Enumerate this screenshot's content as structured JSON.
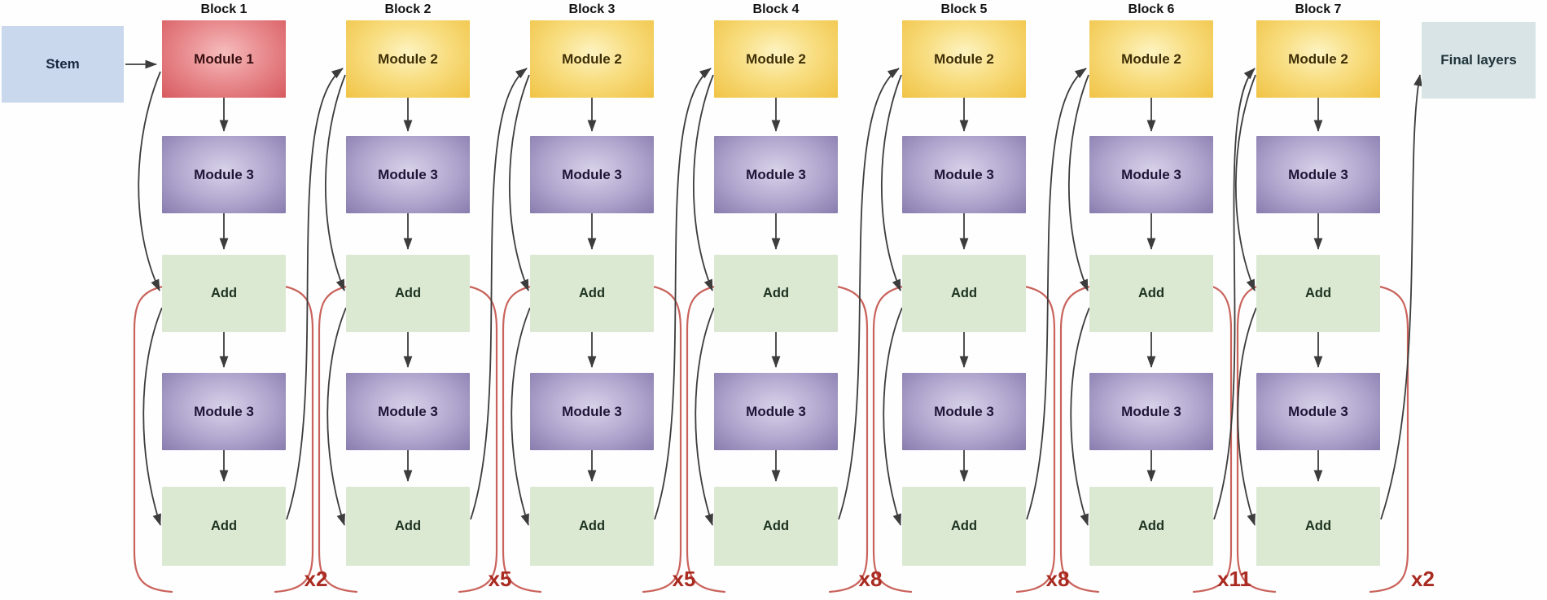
{
  "stem": {
    "label": "Stem"
  },
  "final_layers": {
    "label": "Final layers"
  },
  "blocks": [
    {
      "title": "Block 1",
      "rows": [
        "Module 1",
        "Module 3",
        "Add",
        "Module 3",
        "Add"
      ],
      "repeat_label": "x2"
    },
    {
      "title": "Block 2",
      "rows": [
        "Module 2",
        "Module 3",
        "Add",
        "Module 3",
        "Add"
      ],
      "repeat_label": "x5"
    },
    {
      "title": "Block 3",
      "rows": [
        "Module 2",
        "Module 3",
        "Add",
        "Module 3",
        "Add"
      ],
      "repeat_label": "x5"
    },
    {
      "title": "Block 4",
      "rows": [
        "Module 2",
        "Module 3",
        "Add",
        "Module 3",
        "Add"
      ],
      "repeat_label": "x8"
    },
    {
      "title": "Block 5",
      "rows": [
        "Module 2",
        "Module 3",
        "Add",
        "Module 3",
        "Add"
      ],
      "repeat_label": "x8"
    },
    {
      "title": "Block 6",
      "rows": [
        "Module 2",
        "Module 3",
        "Add",
        "Module 3",
        "Add"
      ],
      "repeat_label": "x11"
    },
    {
      "title": "Block 7",
      "rows": [
        "Module 2",
        "Module 3",
        "Add",
        "Module 3",
        "Add"
      ],
      "repeat_label": "x2"
    }
  ],
  "colors": {
    "module1": "#e08a8d",
    "module2": "#f5d169",
    "module3": "#a79cc8",
    "add": "#dbe9d2",
    "stem": "#c9d8ec",
    "final_layers": "#d8e4e6",
    "flow_line": "#3c3c3c",
    "repeat_bracket": "#c9635c",
    "repeat_label": "#a92b21"
  }
}
